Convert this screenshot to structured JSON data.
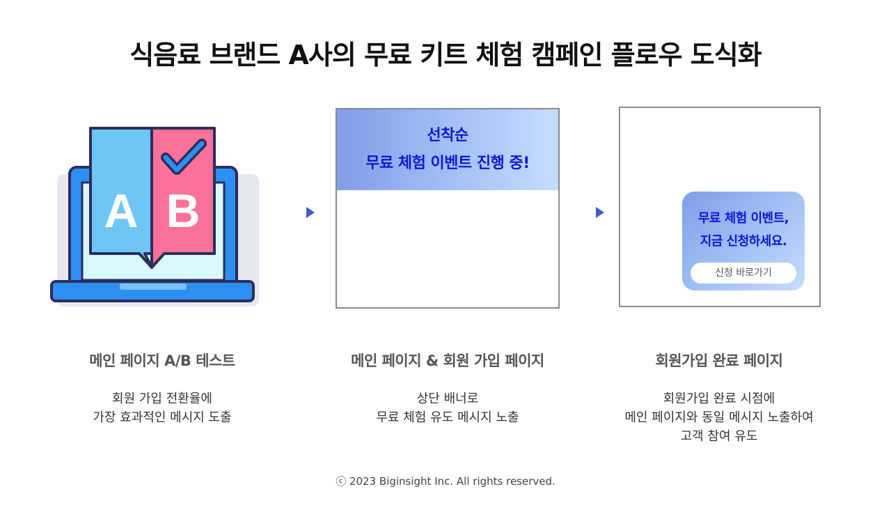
{
  "title": "식음료 브랜드 A사의 무료 키트 체험 캠페인 플로우 도식화",
  "illustration": {
    "icon": "laptop-ab-test-icon",
    "label_a": "A",
    "label_b": "B",
    "colors": {
      "outline": "#2c2d5b",
      "laptop_body": "#2d8ff0",
      "laptop_screen": "#d8f8fb",
      "panel_a": "#6ec6f7",
      "panel_b": "#fb7199",
      "check": "#2d8ff0"
    }
  },
  "steps": [
    {
      "heading": "메인 페이지 A/B 테스트",
      "description": [
        "회원 가입 전환율에",
        "가장 효과적인 메시지 도출"
      ]
    },
    {
      "heading": "메인 페이지 & 회원 가입 페이지",
      "description": [
        "상단 배너로",
        "무료 체험 유도 메시지 노출"
      ],
      "banner": [
        "선착순",
        "무료 체험 이벤트 진행 중!"
      ]
    },
    {
      "heading": "회원가입 완료 페이지",
      "description": [
        "회원가입 완료 시점에",
        "메인 페이지와 동일 메시지 노출하여",
        "고객 참여 유도"
      ],
      "popup": {
        "lines": [
          "무료 체험 이벤트,",
          "지금 신청하세요."
        ],
        "button": "신청 바로가기"
      }
    }
  ],
  "copyright": "ⓒ 2023 Biginsight Inc. All rights reserved.",
  "colors": {
    "accent_text": "#0d18d6",
    "banner_gradient_start": "#7f9ee8",
    "banner_gradient_end": "#c5dcff",
    "arrow": "#3d5bd9"
  }
}
